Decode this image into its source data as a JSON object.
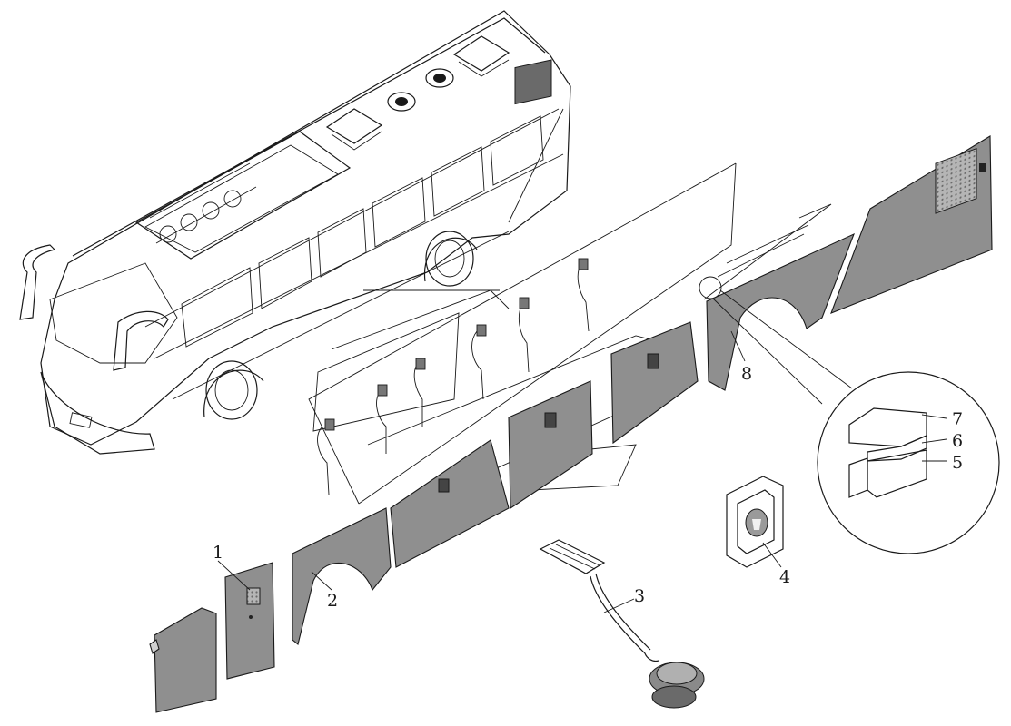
{
  "diagram": {
    "callouts": [
      {
        "id": "1",
        "label": "1"
      },
      {
        "id": "2",
        "label": "2"
      },
      {
        "id": "3",
        "label": "3"
      },
      {
        "id": "4",
        "label": "4"
      },
      {
        "id": "5",
        "label": "5"
      },
      {
        "id": "6",
        "label": "6"
      },
      {
        "id": "7",
        "label": "7"
      },
      {
        "id": "8",
        "label": "8"
      }
    ],
    "colors": {
      "panel_fill": "#8f8f8f",
      "panel_dark": "#5e5e5e",
      "line": "#1a1a1a",
      "background": "#ffffff"
    }
  }
}
